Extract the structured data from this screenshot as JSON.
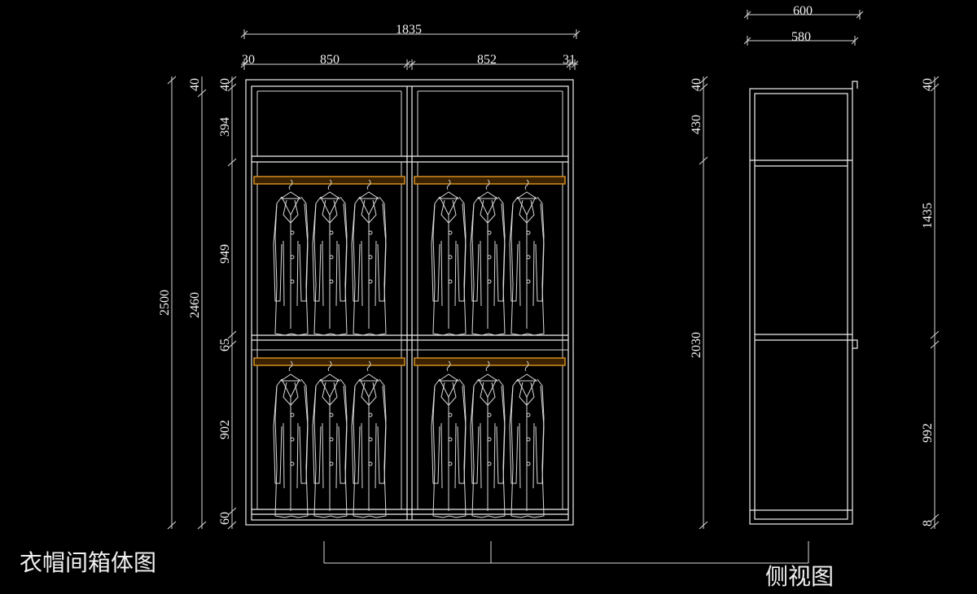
{
  "titles": {
    "front_view": "衣帽间箱体图",
    "side_view": "侧视图"
  },
  "front_dimensions": {
    "overall_width": "1835",
    "left_side": "30",
    "left_bay": "850",
    "right_bay": "852",
    "right_side": "31",
    "overall_height": "2500",
    "inner_height": "2460",
    "top_panel": "40",
    "top_compartment": "394",
    "upper_hanging": "949",
    "middle_shelf": "65",
    "lower_hanging": "902",
    "plinth": "60"
  },
  "side_dimensions": {
    "overall_depth": "600",
    "inner_depth": "580",
    "left_top": "40",
    "left_upper": "430",
    "left_body": "2030",
    "right_top": "40",
    "right_upper": "1435",
    "right_lower": "992",
    "right_bottom": "8"
  },
  "colors": {
    "background": "#000000",
    "lines": "#f0f0f0",
    "hanging_rod": "#c8861e"
  }
}
